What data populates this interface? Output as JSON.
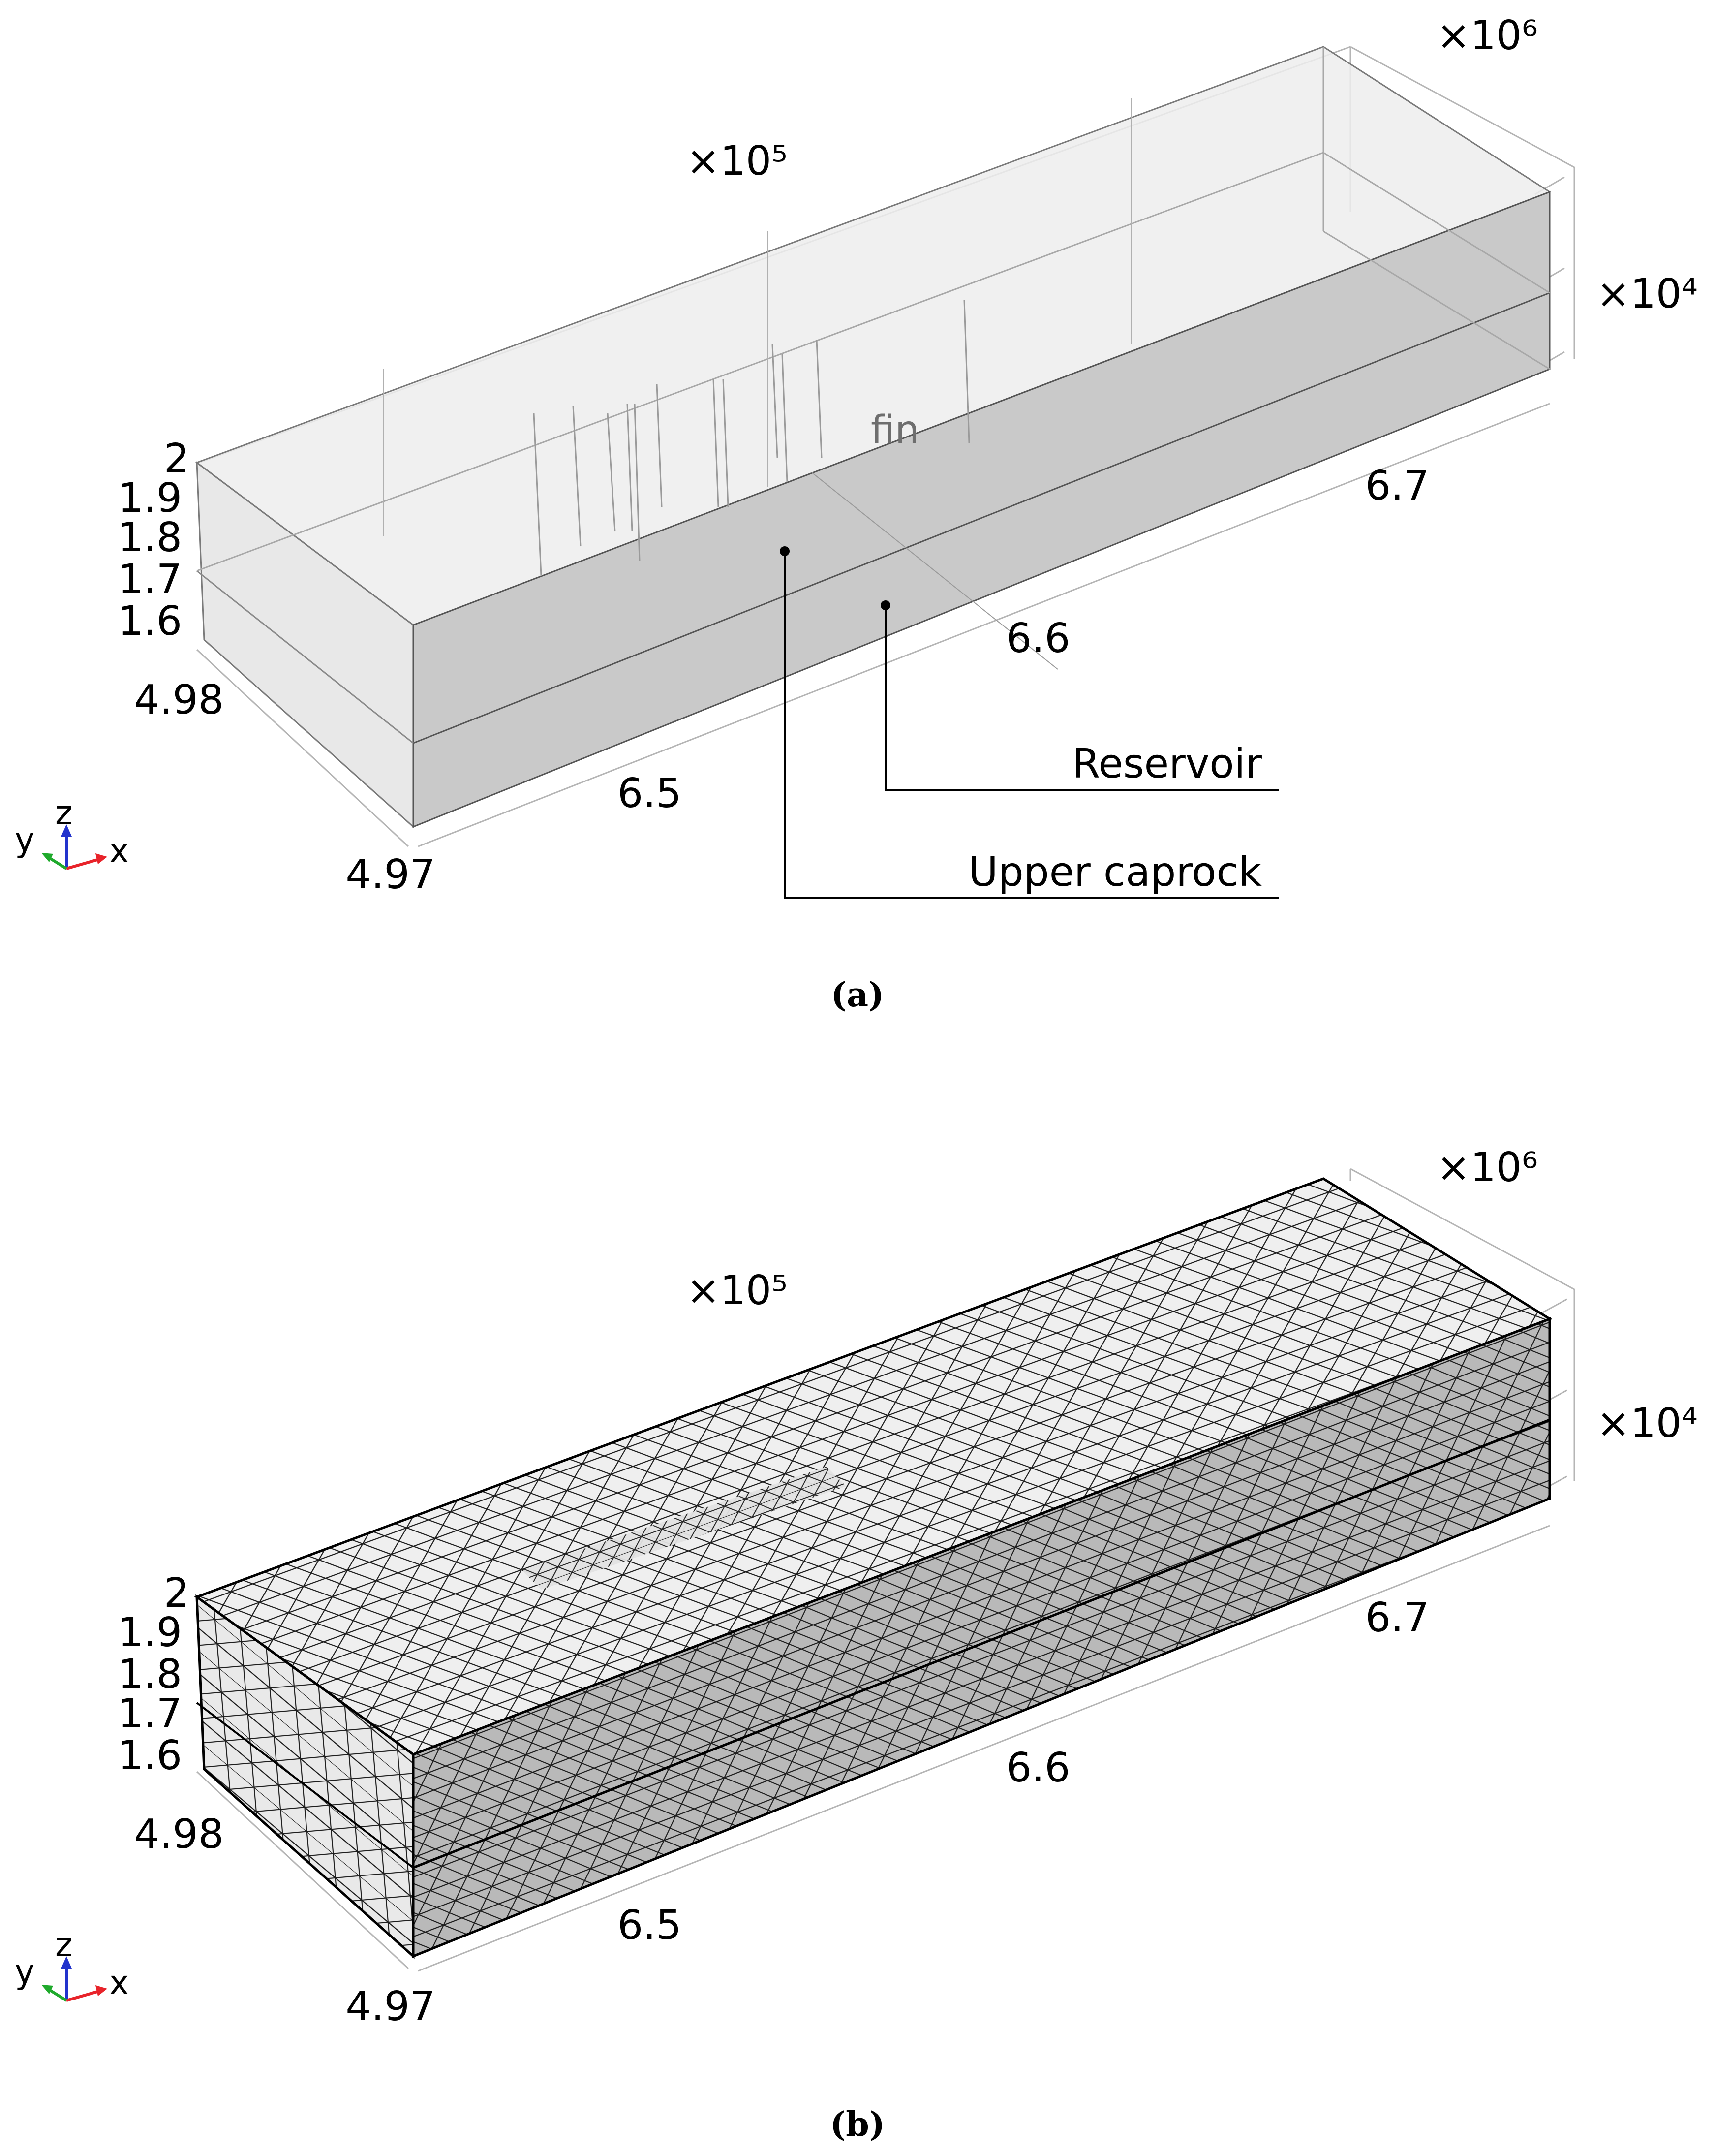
{
  "panels": [
    {
      "caption": "(a)",
      "axis_labels": {
        "z_ticks": [
          "2",
          "1.9",
          "1.8",
          "1.7",
          "1.6"
        ],
        "y_ticks": [
          "4.98",
          "4.97"
        ],
        "x_ticks": [
          "6.5",
          "6.6",
          "6.7"
        ],
        "x_scale": "×10⁵",
        "y_scale": "×10⁶",
        "z_scale": "×10⁴"
      },
      "triad": {
        "x": "x",
        "y": "y",
        "z": "z"
      },
      "fin_label": "fin",
      "callouts": {
        "reservoir": "Reservoir",
        "upper_caprock": "Upper caprock"
      }
    },
    {
      "caption": "(b)",
      "axis_labels": {
        "z_ticks": [
          "2",
          "1.9",
          "1.8",
          "1.7",
          "1.6"
        ],
        "y_ticks": [
          "4.98",
          "4.97"
        ],
        "x_ticks": [
          "6.5",
          "6.6",
          "6.7"
        ],
        "x_scale": "×10⁵",
        "y_scale": "×10⁶",
        "z_scale": "×10⁴"
      },
      "triad": {
        "x": "x",
        "y": "y",
        "z": "z"
      }
    }
  ],
  "colors": {
    "box_face_light": "#ececec",
    "box_face_front": "#c8c8c8",
    "mesh_top": "#efefef",
    "mesh_front": "#b9b9b9",
    "triad_x": "#e8232a",
    "triad_y": "#1faa2c",
    "triad_z": "#2233cc"
  }
}
